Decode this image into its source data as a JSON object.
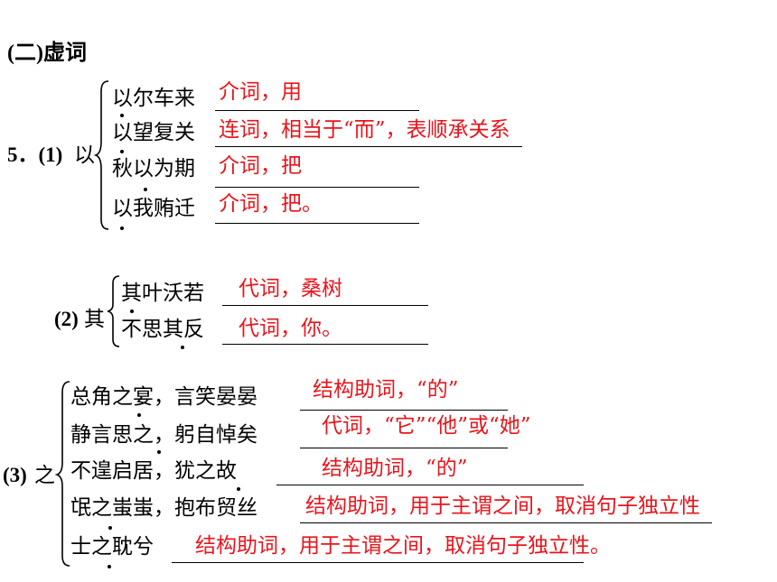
{
  "section_title": "(二)虚词",
  "items": [
    {
      "number": "5．(1)",
      "char": "以",
      "lines": [
        {
          "sentence": "以尔车来",
          "answer": "介词，用"
        },
        {
          "sentence": "以望复关",
          "answer": "连词，相当于“而”，表顺承关系"
        },
        {
          "sentence": "秋以为期",
          "answer": "介词，把"
        },
        {
          "sentence": "以我贿迁",
          "answer": "介词，把。"
        }
      ]
    },
    {
      "number": "(2)",
      "char": "其",
      "lines": [
        {
          "sentence": "其叶沃若",
          "answer": "代词，桑树"
        },
        {
          "sentence": "不思其反",
          "answer": "代词，你。"
        }
      ]
    },
    {
      "number": "(3)",
      "char": "之",
      "lines": [
        {
          "sentence": "总角之宴，言笑晏晏",
          "answer": "结构助词，“的”"
        },
        {
          "sentence": "静言思之，躬自悼矣",
          "answer": "代词，“它”“他”或“她”"
        },
        {
          "sentence": "不遑启居，犹之故",
          "answer": "结构助词，“的”"
        },
        {
          "sentence": "氓之蚩蚩，抱布贸丝",
          "answer": "结构助词，用于主谓之间，取消句子独立性"
        },
        {
          "sentence": "士之耽兮",
          "answer": "结构助词，用于主谓之间，取消句子独立性。"
        }
      ]
    }
  ]
}
